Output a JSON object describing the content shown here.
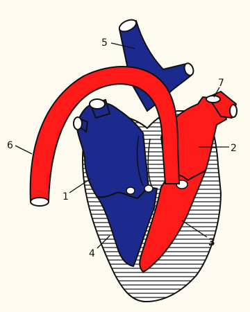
{
  "diagram": {
    "labels": [
      {
        "id": "1",
        "text": "1"
      },
      {
        "id": "2",
        "text": "2"
      },
      {
        "id": "3",
        "text": "3"
      },
      {
        "id": "4",
        "text": "4"
      },
      {
        "id": "5",
        "text": "5"
      },
      {
        "id": "6",
        "text": "6"
      },
      {
        "id": "7",
        "text": "7"
      }
    ],
    "colors": {
      "oxygenated": "#ff1a1a",
      "deoxygenated": "#1c2a8e",
      "wall_hatch": "#222222",
      "background": "#fdfaf0"
    }
  }
}
